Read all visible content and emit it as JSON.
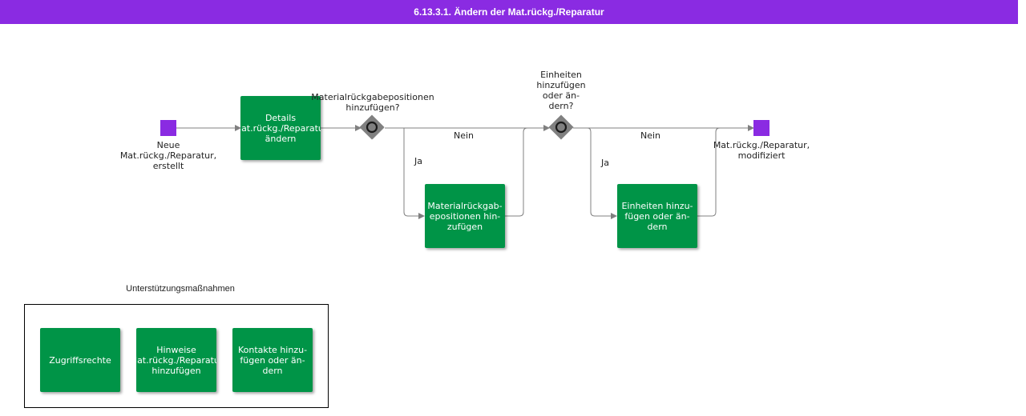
{
  "header": {
    "title": "6.13.3.1. Ändern der Mat.rückg./Reparatur"
  },
  "colors": {
    "accent": "#8a2be2",
    "task": "#009447",
    "gateway": "#808080",
    "flow": "#808080"
  },
  "events": {
    "start_label": "Neue\nMat.rückg./Reparatur,\nerstellt",
    "end_label": "Mat.rückg./Reparatur,\nmodifiziert"
  },
  "tasks": {
    "details": "Details\nMat.rückg./Reparatur\nändern",
    "positions": "Materialrückgab-\nepositionen hin-\nzufügen",
    "units": "Einheiten hinzu-\nfügen oder än-\ndern"
  },
  "gateways": {
    "g1_question": "Materialrückgabepositionen\nhinzufügen?",
    "g2_question": "Einheiten\nhinzufügen\noder än-\ndern?"
  },
  "flows": {
    "g1_no": "Nein",
    "g1_yes": "Ja",
    "g2_no": "Nein",
    "g2_yes": "Ja"
  },
  "support": {
    "title": "Unterstützungsmaßnahmen",
    "items": [
      "Zugriffsrechte",
      "Hinweise\nMat.rückg./Reparatur\nhinzufügen",
      "Kontakte hinzu-\nfügen oder än-\ndern"
    ]
  }
}
